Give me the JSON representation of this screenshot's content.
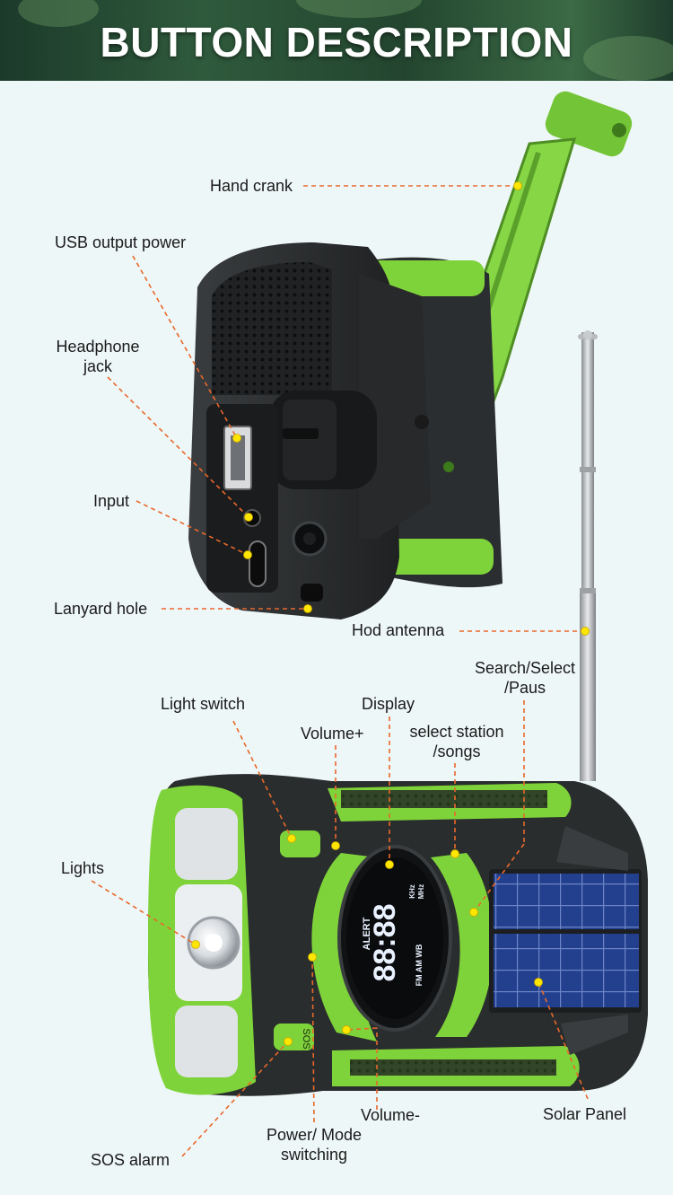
{
  "header": {
    "title": "BUTTON DESCRIPTION"
  },
  "labels": {
    "hand_crank": "Hand crank",
    "usb_output_power": "USB output power",
    "headphone_jack_line1": "Headphone",
    "headphone_jack_line2": "jack",
    "input": "Input",
    "lanyard_hole": "Lanyard hole",
    "rod_antenna": "Hod antenna",
    "search_line1": "Search/Select",
    "search_line2": "/Paus",
    "light_switch": "Light switch",
    "display": "Display",
    "volume_plus": "Volume+",
    "select_station_line1": "select station",
    "select_station_line2": "/songs",
    "lights": "Lights",
    "volume_minus": "Volume-",
    "solar_panel": "Solar Panel",
    "power_mode_line1": "Power/ Mode",
    "power_mode_line2": "switching",
    "sos_alarm": "SOS alarm"
  },
  "display_screen": {
    "digits": "88:88",
    "alert": "ALERT",
    "khz": "KHz",
    "mhz": "MHz",
    "bands": "FM   AM   WB"
  },
  "device_markings": {
    "sos": "SOS"
  },
  "colors": {
    "accent_green": "#7fd33a",
    "body_black": "#2a2d2e",
    "leader_orange": "#e8682a",
    "dot_yellow": "#ffe600",
    "screen_text": "#e9f1ff",
    "solar_blue": "#243e8e"
  }
}
